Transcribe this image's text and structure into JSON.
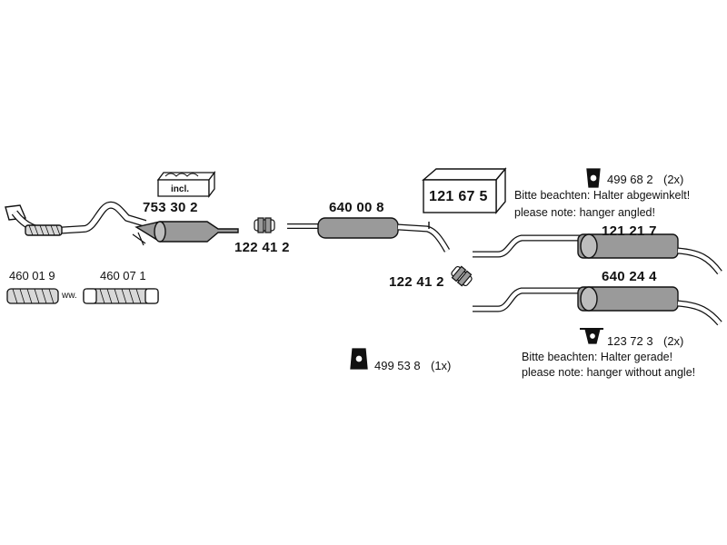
{
  "parts": {
    "p_753302": "753 30 2",
    "p_incl": "incl.",
    "p_640008": "640 00 8",
    "p_121675": "121 67 5",
    "p_122412_top": "122 41 2",
    "p_122412_mid": "122 41 2",
    "p_460019": "460 01 9",
    "p_ww": "ww.",
    "p_460071": "460 07 1",
    "p_121217": "121 21 7",
    "p_640244": "640 24 4"
  },
  "hangers": {
    "h_499682": "499 68 2",
    "h_499682_qty": "(2x)",
    "h_123723": "123 72 3",
    "h_123723_qty": "(2x)",
    "h_499538": "499 53 8",
    "h_499538_qty": "(1x)"
  },
  "notes": {
    "angled_de": "Bitte beachten: Halter abgewinkelt!",
    "angled_en": "please note: hanger angled!",
    "straight_de": "Bitte beachten: Halter gerade!",
    "straight_en": "please note: hanger without angle!"
  },
  "colors": {
    "ink": "#111111",
    "fill": "#9a9a9a",
    "light": "#d8d8d8"
  }
}
